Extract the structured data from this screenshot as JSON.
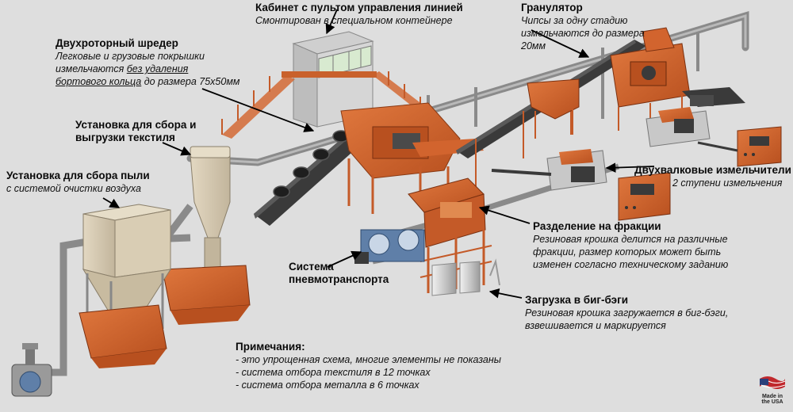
{
  "labels": {
    "cabinet": {
      "title": "Кабинет с пультом управления линией",
      "desc": "Смонтирован в специальном контейнере"
    },
    "shredder": {
      "title": "Двухроторный шредер",
      "desc_line1": "Легковые и грузовые покрышки",
      "desc_line2_a": "измельчаются ",
      "desc_line2_u": "без удаления",
      "desc_line3_u": "бортового кольца",
      "desc_line3_b": " до размера 75х50мм"
    },
    "textile": {
      "title_line1": "Установка для сбора и",
      "title_line2": "выгрузки текстиля"
    },
    "dust": {
      "title": "Установка для сбора пыли",
      "desc": "с системой очистки воздуха"
    },
    "granulator": {
      "title": "Гранулятор",
      "desc_line1": "Чипсы за одну стадию",
      "desc_line2": "измельчаются до размера",
      "desc_line3": "20мм"
    },
    "rollers": {
      "title": "Двухвалковые измельчители",
      "desc": "2 ступени измельчения"
    },
    "separation": {
      "title": "Разделение на фракции",
      "desc_line1": "Резиновая крошка делится на различные",
      "desc_line2": "фракции, размер которых может быть",
      "desc_line3": "изменен согласно техническому заданию"
    },
    "pneumo": {
      "title_line1": "Система",
      "title_line2": "пневмотранспорта"
    },
    "bigbag": {
      "title": "Загрузка в биг-бэги",
      "desc_line1": "Резиновая крошка загружается в биг-бэги,",
      "desc_line2": "взвешивается и маркируется"
    }
  },
  "notes": {
    "title": "Примечания:",
    "items": [
      "- это упрощенная схема, многие элементы не показаны",
      "- система отбора текстиля в 12 точках",
      "- система отбора металла в 6 точках"
    ]
  },
  "badge": {
    "line1": "Made in",
    "line2": "the USA"
  },
  "colors": {
    "machine_orange": "#d2642e",
    "pipe_gray": "#9a9a9a",
    "background": "#dedede",
    "conveyor": "#3a3a3a"
  }
}
